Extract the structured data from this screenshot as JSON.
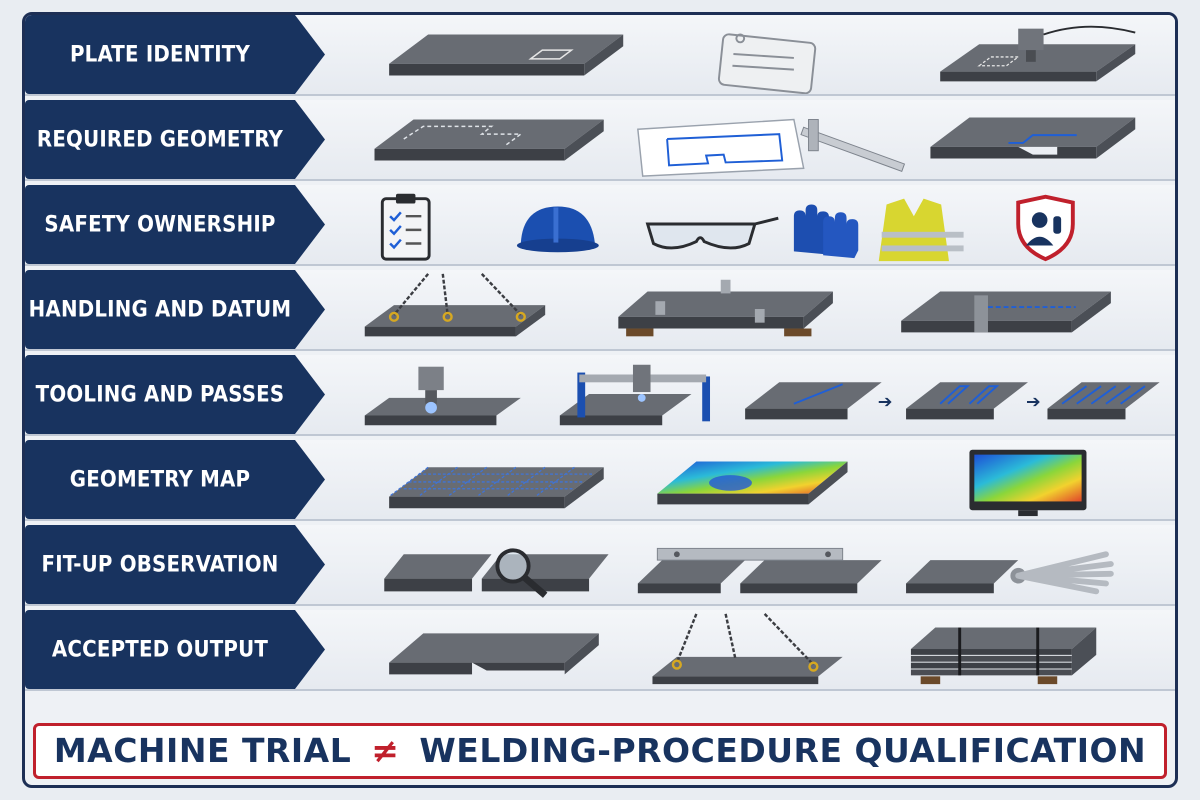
{
  "rows": [
    {
      "label": "PLATE IDENTITY",
      "icons": [
        "steel-plate-icon",
        "plate-tag-icon",
        "marking-machine-icon"
      ]
    },
    {
      "label": "REQUIRED GEOMETRY",
      "icons": [
        "plate-outline-icon",
        "drawing-and-caliper-icon",
        "cut-plate-icon"
      ]
    },
    {
      "label": "SAFETY OWNERSHIP",
      "icons": [
        "checklist-icon",
        "hard-hat-icon",
        "safety-glasses-icon",
        "gloves-icon",
        "safety-vest-icon",
        "safety-shield-icon"
      ]
    },
    {
      "label": "HANDLING AND DATUM",
      "icons": [
        "lifted-plate-icon",
        "plate-on-supports-icon",
        "datum-block-icon"
      ]
    },
    {
      "label": "TOOLING AND PASSES",
      "icons": [
        "cutting-head-icon",
        "gantry-machine-icon",
        "single-pass-icon",
        "arrow-right-icon",
        "multi-pass-icon",
        "arrow-right-icon",
        "full-passes-icon"
      ]
    },
    {
      "label": "GEOMETRY MAP",
      "icons": [
        "grid-plate-icon",
        "heat-map-icon",
        "monitor-icon"
      ]
    },
    {
      "label": "FIT-UP OBSERVATION",
      "icons": [
        "magnifier-plates-icon",
        "straight-edge-plates-icon",
        "feeler-gauge-icon"
      ]
    },
    {
      "label": "ACCEPTED OUTPUT",
      "icons": [
        "finished-plate-icon",
        "lifted-finished-plate-icon",
        "stacked-plates-icon"
      ]
    }
  ],
  "footer": {
    "left": "MACHINE TRIAL",
    "symbol": "≠",
    "right": "WELDING-PROCEDURE QUALIFICATION"
  },
  "colors": {
    "navy": "#18335f",
    "steel": "#5b5f66",
    "accent_red": "#c0202c",
    "accent_blue": "#1f5fd6"
  }
}
